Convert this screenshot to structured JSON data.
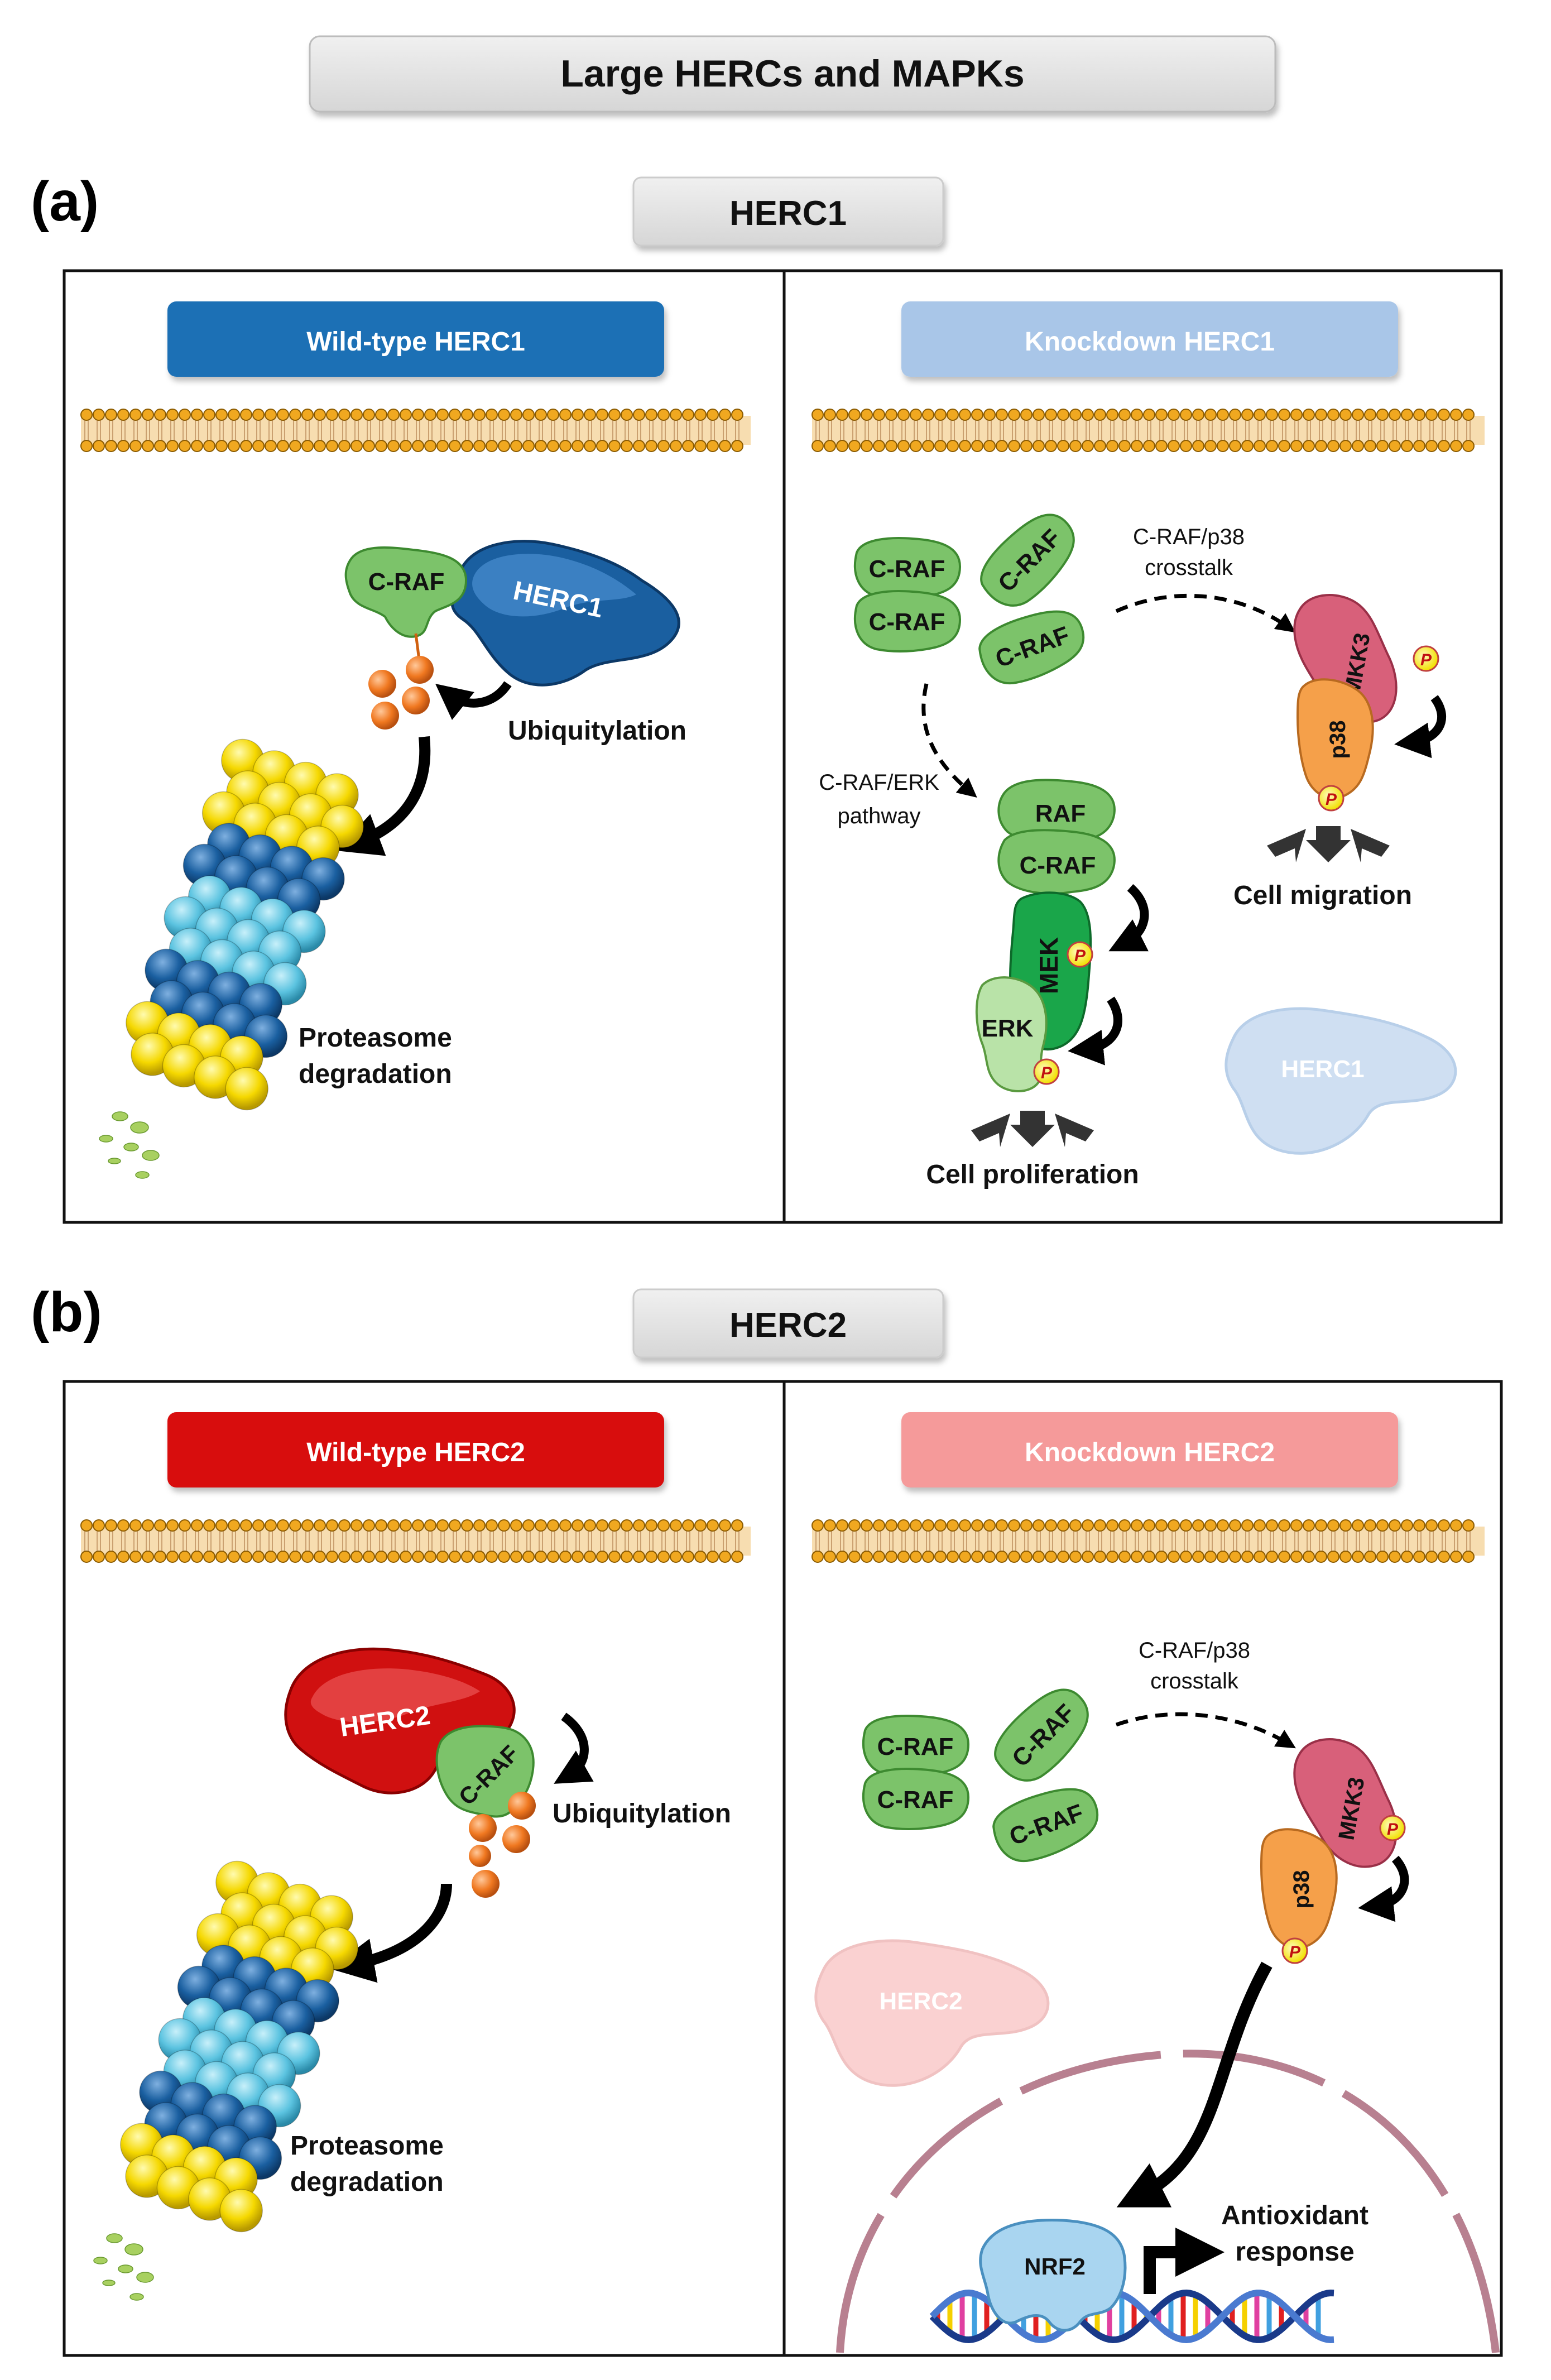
{
  "title": "Large HERCs and MAPKs",
  "panel_a": {
    "letter": "(a)",
    "header": "HERC1",
    "wild": {
      "label": "Wild-type HERC1",
      "c_raf": "C-RAF",
      "herc": "HERC1",
      "ubiquitylation": "Ubiquitylation",
      "proteasome_1": "Proteasome",
      "proteasome_2": "degradation"
    },
    "knock": {
      "label": "Knockdown HERC1",
      "c_raf": "C-RAF",
      "crosstalk_1": "C-RAF/p38",
      "crosstalk_2": "crosstalk",
      "pathway_1": "C-RAF/ERK",
      "pathway_2": "pathway",
      "raf": "RAF",
      "mek": "MEK",
      "erk": "ERK",
      "mkk3": "MKK3",
      "p38": "p38",
      "phospho": "P",
      "migration": "Cell migration",
      "proliferation": "Cell proliferation",
      "herc_faded": "HERC1"
    }
  },
  "panel_b": {
    "letter": "(b)",
    "header": "HERC2",
    "wild": {
      "label": "Wild-type HERC2",
      "herc": "HERC2",
      "c_raf": "C-RAF",
      "ubiquitylation": "Ubiquitylation",
      "proteasome_1": "Proteasome",
      "proteasome_2": "degradation"
    },
    "knock": {
      "label": "Knockdown HERC2",
      "c_raf": "C-RAF",
      "crosstalk_1": "C-RAF/p38",
      "crosstalk_2": "crosstalk",
      "mkk3": "MKK3",
      "p38": "p38",
      "phospho": "P",
      "herc_faded": "HERC2",
      "nrf2": "NRF2",
      "antioxidant_1": "Antioxidant",
      "antioxidant_2": "response"
    }
  },
  "colors": {
    "herc1": "#1f6fb5",
    "herc1_light": "#a9c6e8",
    "herc2": "#d01010",
    "herc2_light": "#f59a9a",
    "craf": "#7cc36a",
    "mek": "#1aa64a",
    "mkk3": "#d8607a",
    "p38": "#f5a04a",
    "ubiquitin": "#f07820",
    "proteasome_yellow": "#f5d800",
    "proteasome_blue": "#1a5fa0",
    "proteasome_cyan": "#5bc3e0"
  }
}
